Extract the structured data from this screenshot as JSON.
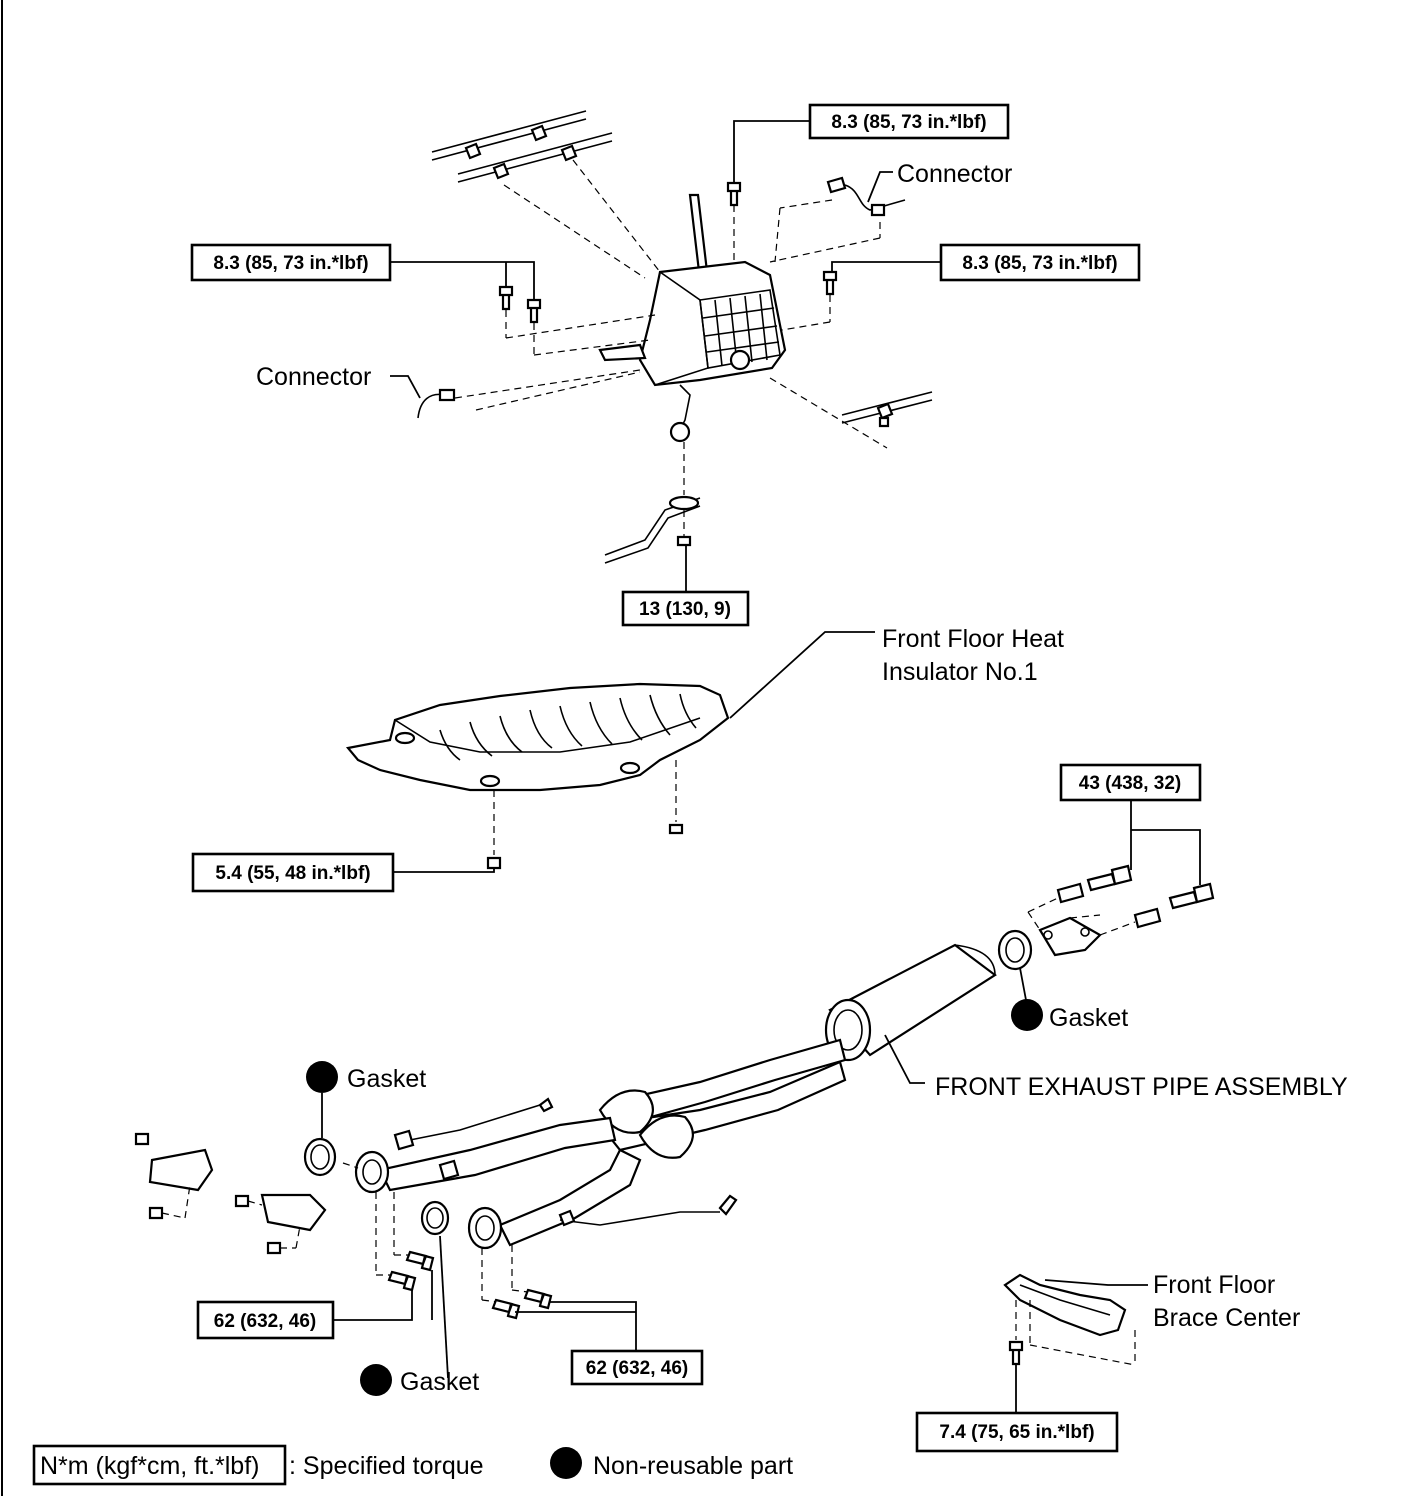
{
  "torque_specs": {
    "shift_bolt_top": "8.3 (85, 73 in.*lbf)",
    "shift_bolt_left": "8.3 (85, 73 in.*lbf)",
    "shift_bolt_right": "8.3 (85, 73 in.*lbf)",
    "cable_nut": "13 (130, 9)",
    "insulator_nut": "5.4 (55, 48 in.*lbf)",
    "rear_flange_bolt": "43 (438, 32)",
    "front_flange_bolt_left": "62 (632, 46)",
    "front_flange_bolt_right": "62 (632, 46)",
    "brace_bolt": "7.4 (75, 65  in.*lbf)"
  },
  "labels": {
    "connector_top": "Connector",
    "connector_left": "Connector",
    "heat_insulator": [
      "Front Floor Heat",
      "Insulator No.1"
    ],
    "gasket_rear": "Gasket",
    "gasket_front_top": "Gasket",
    "gasket_front_bottom": "Gasket",
    "exhaust_pipe": "FRONT EXHAUST PIPE ASSEMBLY",
    "brace": [
      "Front Floor",
      "Brace Center"
    ]
  },
  "legend": {
    "torque_box": "N*m (kgf*cm, ft.*lbf)",
    "torque_text": ": Specified torque",
    "non_reusable_text": "Non-reusable part"
  }
}
